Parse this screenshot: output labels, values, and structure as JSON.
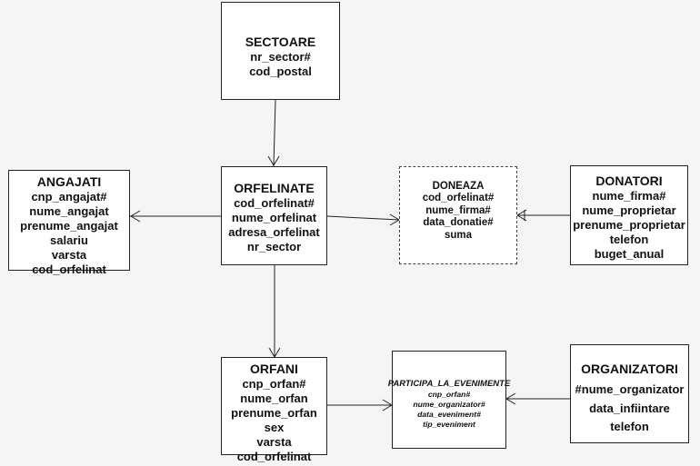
{
  "entities": {
    "sectoare": {
      "title": "SECTOARE",
      "attributes": [
        "nr_sector#",
        "cod_postal"
      ]
    },
    "angajati": {
      "title": "ANGAJATI",
      "attributes": [
        "cnp_angajat#",
        "nume_angajat",
        "prenume_angajat",
        "salariu",
        "varsta",
        "cod_orfelinat"
      ]
    },
    "orfelinate": {
      "title": "ORFELINATE",
      "attributes": [
        "cod_orfelinat#",
        "nume_orfelinat",
        "adresa_orfelinat",
        "nr_sector"
      ]
    },
    "doneaza": {
      "title": "DONEAZA",
      "attributes": [
        "cod_orfelinat#",
        "nume_firma#",
        "data_donatie#",
        "suma"
      ]
    },
    "donatori": {
      "title": "DONATORI",
      "attributes": [
        "nume_firma#",
        "nume_proprietar",
        "prenume_proprietar",
        "telefon",
        "buget_anual"
      ]
    },
    "orfani": {
      "title": "ORFANI",
      "attributes": [
        "cnp_orfan#",
        "nume_orfan",
        "prenume_orfan",
        "sex",
        "varsta",
        "cod_orfelinat"
      ]
    },
    "participa": {
      "title": "PARTICIPA_LA_EVENIMENTE",
      "attributes": [
        "cnp_orfan#",
        "nume_organizator#",
        "data_eveniment#",
        "tip_eveniment"
      ]
    },
    "organizatori": {
      "title": "ORGANIZATORI",
      "attributes": [
        "#nume_organizator",
        "data_infiintare",
        "telefon"
      ]
    }
  },
  "style": {
    "line_color": "#222222",
    "background": "#f5f5f5",
    "box_fill": "#ffffff"
  }
}
